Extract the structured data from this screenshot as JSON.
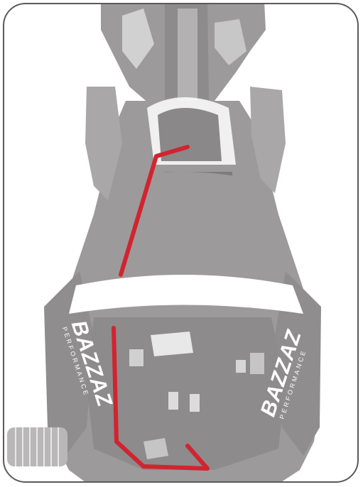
{
  "photo": {
    "subject": "",
    "colors": {
      "body": "#9c9a9b",
      "body_dark": "#7f7d7e",
      "highlight": "#ffffff",
      "frame_border": "#5a5a5a",
      "route_line": "#d1242f"
    }
  },
  "decals": {
    "left_brand": "BAZZAZ",
    "left_sub": "PERFORMANCE",
    "right_brand": "BAZZAZ",
    "right_sub": "PERFORMANCE"
  }
}
